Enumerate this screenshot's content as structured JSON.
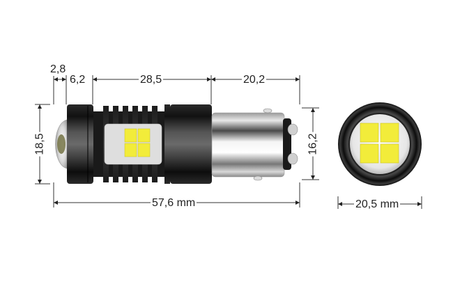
{
  "diagram": {
    "subject": "LED bulb BAY15d dimensions",
    "side_view": {
      "dimensions": {
        "lens_length": "2,8",
        "front_cap_length": "6,2",
        "heatsink_length": "28,5",
        "base_length": "20,2",
        "total_length": "57,6 mm",
        "body_diameter": "18,5",
        "base_diameter": "16,2"
      }
    },
    "front_view": {
      "dimensions": {
        "diameter": "20,5 mm"
      },
      "led_chips": 4
    },
    "colors": {
      "led_chip": "#f2ec3a",
      "body_black": "#1a1a1a",
      "base_silver": "#c8c8c8",
      "dimension_line": "#333333"
    }
  }
}
